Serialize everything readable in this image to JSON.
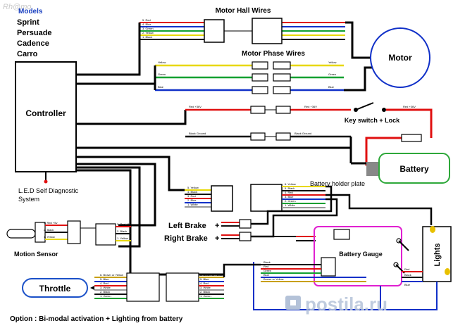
{
  "watermark_top": "Rh@mo",
  "models": {
    "heading": "Models",
    "items": [
      "Sprint",
      "Persuade",
      "Cadence",
      "Carro"
    ]
  },
  "titles": {
    "hall": "Motor Hall Wires",
    "phase": "Motor Phase Wires",
    "controller": "Controller",
    "motor": "Motor",
    "battery": "Battery",
    "key_switch": "Key switch + Lock",
    "battery_plate": "Battery holder plate",
    "led_line1": "L.E.D Self Diagnostic",
    "led_line2": "System",
    "motion_sensor": "Motion Sensor",
    "left_brake": "Left Brake",
    "right_brake": "Right Brake",
    "battery_gauge": "Battery Gauge",
    "lights": "Lights",
    "throttle": "Throttle",
    "option": "Option : Bi-modal activation + Lighting from battery"
  },
  "wire_labels": {
    "hall": [
      "5. Red",
      "4. Blue",
      "3. Green",
      "2. Yellow",
      "1. Black"
    ],
    "phase": [
      "Yellow",
      "Green",
      "Blue"
    ],
    "power": [
      "Red +36V",
      "Red +36V",
      "Red +36V"
    ],
    "ground": [
      "Black  Ground",
      "Black  Ground"
    ],
    "holder": [
      "5. Yellow",
      "4. Black",
      "3. Red",
      "2. Blue",
      "1. White"
    ],
    "holder_right": [
      "6. Yellow",
      "5. Black",
      "4. Red",
      "3. Blue",
      "2. Green",
      "1. White"
    ],
    "sensor": [
      "3. Red +5v",
      "2. Black",
      "1. Yellow"
    ],
    "sensor_right": [
      "3. Red +5v",
      "2. Black",
      "1. Yellow"
    ],
    "throttle": [
      "6. Brown or Yellow",
      "5. Blue",
      "4. Red",
      "3. White",
      "2. Black",
      "1. Green"
    ],
    "throttle_right": [
      "6. Brown or Yellow",
      "5. Blue",
      "4. Red",
      "3. White",
      "2. Black",
      "1. Green"
    ],
    "gauge": [
      "Black",
      "Red",
      "Green",
      "Blue",
      "Brown or Yellow"
    ],
    "lights": [
      "Red",
      "Black",
      "Blue"
    ]
  },
  "watermark_brand": "postila.ru",
  "colors": {
    "wire_red": "#e01010",
    "wire_blue": "#1030c8",
    "wire_green": "#10a030",
    "wire_yellow": "#e8d800",
    "wire_black": "#111111",
    "battery_border": "#2ea83a",
    "throttle_border": "#1a50c8",
    "gauge_border": "#e020d0",
    "watermark": "#b4c2d8"
  }
}
